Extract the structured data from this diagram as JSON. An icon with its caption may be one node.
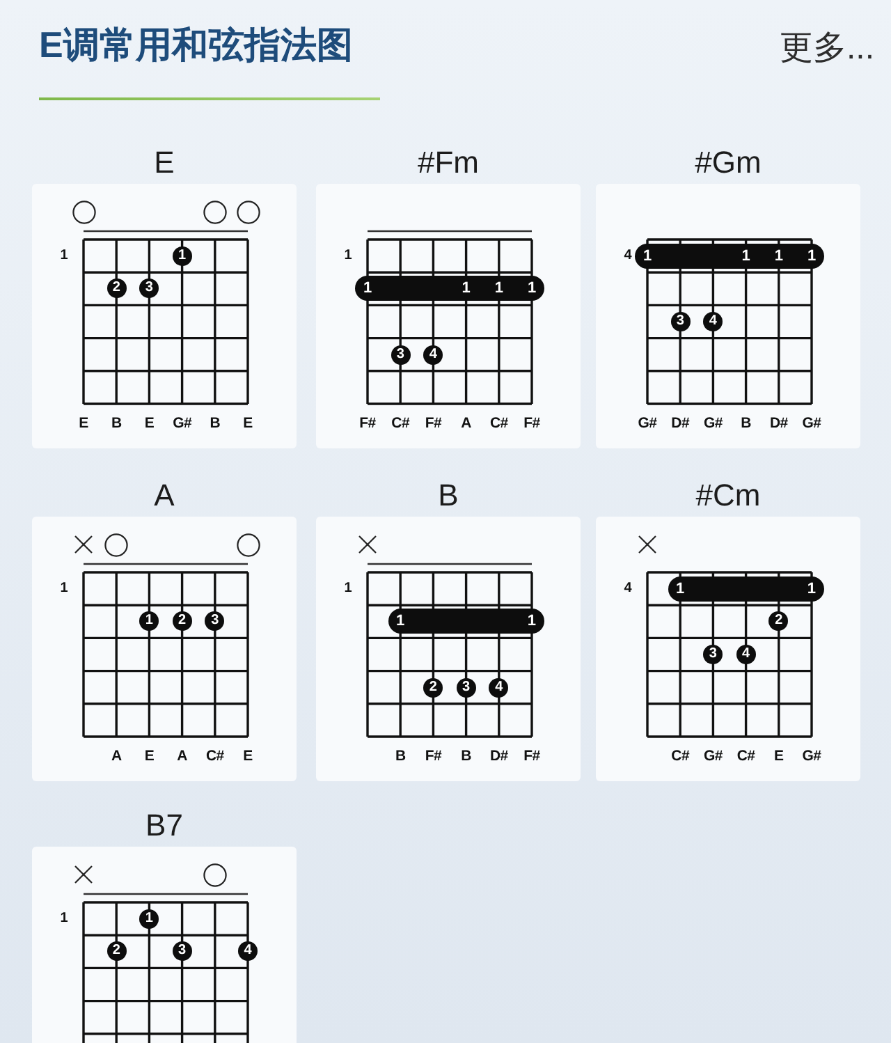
{
  "diagram": {
    "title": "E调常用和弦指法图",
    "nodes": [
      {
        "text": [
          "E",
          "1",
          "E",
          "B",
          "E",
          "G#",
          "B",
          "E"
        ]
      },
      {
        "text": [
          "1"
        ],
        "in": 0
      },
      {
        "text": [
          "2"
        ],
        "in": 0
      },
      {
        "text": [
          "3"
        ],
        "in": 0
      },
      {
        "text": [
          "#Fm",
          "1",
          "F#",
          "C#",
          "F#",
          "A",
          "C#",
          "F#"
        ]
      },
      {
        "text": [
          "1",
          "1",
          "1",
          "1"
        ],
        "in": 4
      },
      {
        "text": [
          "3"
        ],
        "in": 4
      },
      {
        "text": [
          "4"
        ],
        "in": 4
      },
      {
        "text": [
          "#Gm",
          "4",
          "G#",
          "D#",
          "G#",
          "B",
          "D#",
          "G#"
        ]
      },
      {
        "text": [
          "1",
          "1",
          "1",
          "1"
        ],
        "in": 8
      },
      {
        "text": [
          "3"
        ],
        "in": 8
      },
      {
        "text": [
          "4"
        ],
        "in": 8
      },
      {
        "text": [
          "A",
          "1",
          "A",
          "E",
          "A",
          "C#",
          "E"
        ]
      },
      {
        "text": [
          "1"
        ],
        "in": 12
      },
      {
        "text": [
          "2"
        ],
        "in": 12
      },
      {
        "text": [
          "3"
        ],
        "in": 12
      },
      {
        "text": [
          "B",
          "1",
          "B",
          "F#",
          "B",
          "D#",
          "F#"
        ]
      },
      {
        "text": [
          "1",
          "1"
        ],
        "in": 16
      },
      {
        "text": [
          "2"
        ],
        "in": 16
      },
      {
        "text": [
          "3"
        ],
        "in": 16
      },
      {
        "text": [
          "4"
        ],
        "in": 16
      },
      {
        "text": [
          "#Cm",
          "4",
          "C#",
          "G#",
          "C#",
          "E",
          "G#"
        ]
      },
      {
        "text": [
          "1",
          "1"
        ],
        "in": 21
      },
      {
        "text": [
          "2"
        ],
        "in": 21
      },
      {
        "text": [
          "3"
        ],
        "in": 21
      },
      {
        "text": [
          "4"
        ],
        "in": 21
      },
      {
        "text": [
          "B7",
          "1"
        ]
      },
      {
        "text": [
          "1"
        ],
        "in": 26
      },
      {
        "text": [
          "2"
        ],
        "in": 26
      },
      {
        "text": [
          "3"
        ],
        "in": 26
      },
      {
        "text": [
          "4"
        ],
        "in": 26
      }
    ],
    "labels": [
      "更多..."
    ]
  }
}
